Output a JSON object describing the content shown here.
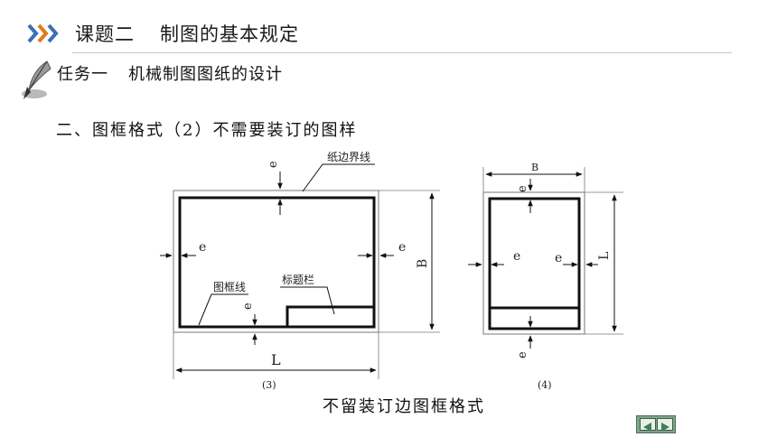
{
  "header": {
    "lesson": "课题二",
    "topic": "制图的基本规定"
  },
  "task": {
    "number": "任务一",
    "name": "机械制图图纸的设计"
  },
  "subheading": "二、图框格式（2）不需要装订的图样",
  "figure3": {
    "label_paper_edge": "纸边界线",
    "label_frame_line": "图框线",
    "label_title_block": "标题栏",
    "dim_e": "e",
    "dim_L": "L",
    "dim_B": "B",
    "number": "(3)"
  },
  "figure4": {
    "dim_e": "e",
    "dim_B": "B",
    "dim_L": "L",
    "number": "(4)"
  },
  "caption": "不留装订边图框格式",
  "nav": {
    "prev_icon": "prev-arrow-icon",
    "next_icon": "next-arrow-icon",
    "color": "#7fa58c"
  }
}
